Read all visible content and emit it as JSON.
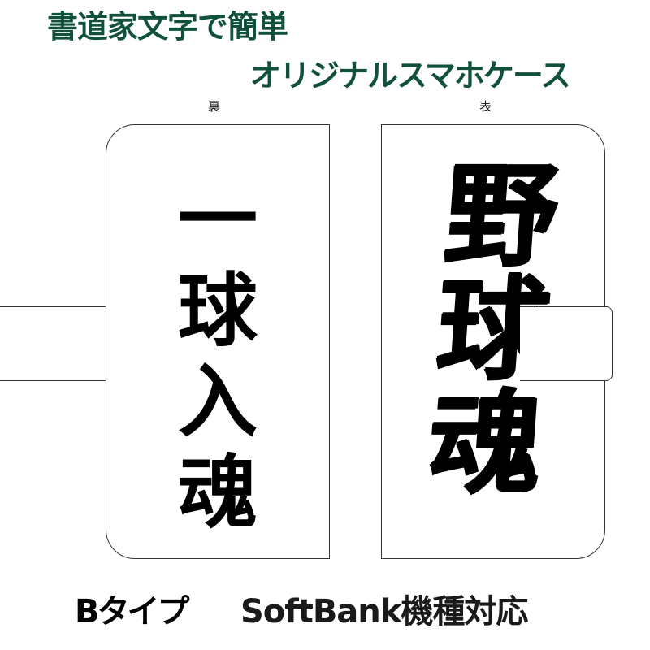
{
  "header": {
    "line1": "書道家文字で簡単",
    "line2": "オリジナルスマホケース"
  },
  "labels": {
    "back": "裏",
    "front": "表"
  },
  "back_panel": {
    "chars": [
      "一",
      "球",
      "入",
      "魂"
    ]
  },
  "front_panel": {
    "chars": [
      "野",
      "球",
      "魂"
    ]
  },
  "footer": {
    "type_label": "Bタイプ",
    "compat_label": "SoftBank機種対応"
  },
  "colors": {
    "headline": "#11503a",
    "outline": "#333333",
    "ink": "#000000"
  }
}
